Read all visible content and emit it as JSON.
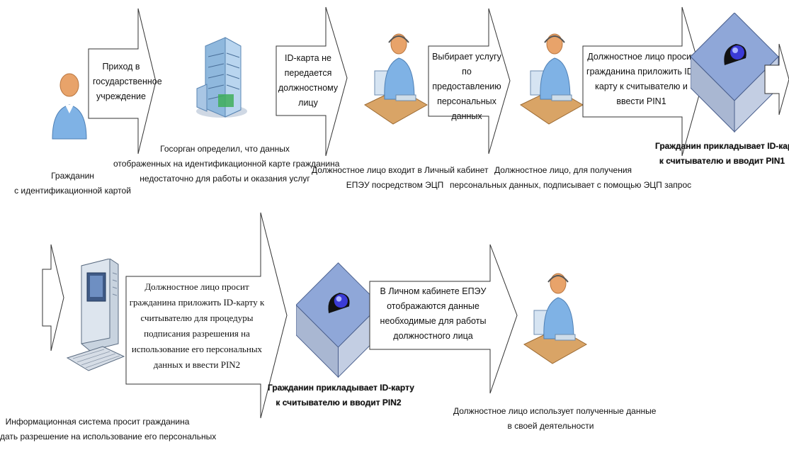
{
  "arrows": {
    "a1": "Приход в государственное учреждение",
    "a2": "ID-карта не передается должностному лицу",
    "a3": "Выбирает услугу по предоставлению персональных данных",
    "a4": "Должностное лицо просит гражданина приложить ID-карту к считывателю и ввести PIN1",
    "a5": "",
    "a6": "Должностное лицо просит гражданина приложить ID-карту к считывателю для процедуры подписания разрешения на использование его персональных данных и ввести PIN2",
    "a7": "В Личном кабинете ЕПЭУ отображаются данные необходимые для работы должностного лица"
  },
  "labels": {
    "citizen_line1": "Гражданин",
    "citizen_line2": "с идентификационной картой",
    "gov_line1": "Госорган определил, что данных",
    "gov_line2": "отображенных на идентификационной карте гражданина",
    "gov_line3": "недостаточно для работы и оказания услуг",
    "login_line1": "Должностное лицо входит в Личный кабинет",
    "login_line2": "ЕПЭУ посредством ЭЦП",
    "sign_line1": "Должностное лицо, для получения",
    "sign_line2": "персональных данных, подписывает с помощью ЭЦП запрос",
    "card1_line1": "Гражданин прикладывает ID-карту",
    "card1_line2": "к считывателю и вводит PIN1",
    "is_line1": "Информационная система просит гражданина",
    "is_line2": "дать разрешение на использование его персональных",
    "card2_line1": "Гражданин прикладывает ID-карту",
    "card2_line2": "к считывателю и вводит PIN2",
    "use_line1": "Должностное лицо использует полученные данные",
    "use_line2": "в своей деятельности"
  },
  "icons": [
    "person-icon",
    "building-icon",
    "officer-at-desk-icon",
    "card-reader-icon",
    "computer-icon"
  ],
  "colors": {
    "arrow_stroke": "#333333",
    "arrow_fill": "#ffffff",
    "skin": "#e8a36a",
    "shirt": "#6fa8dc",
    "desk": "#d9a466",
    "reader_top": "#8fa7d8",
    "reader_lens": "#3b3bd6"
  }
}
